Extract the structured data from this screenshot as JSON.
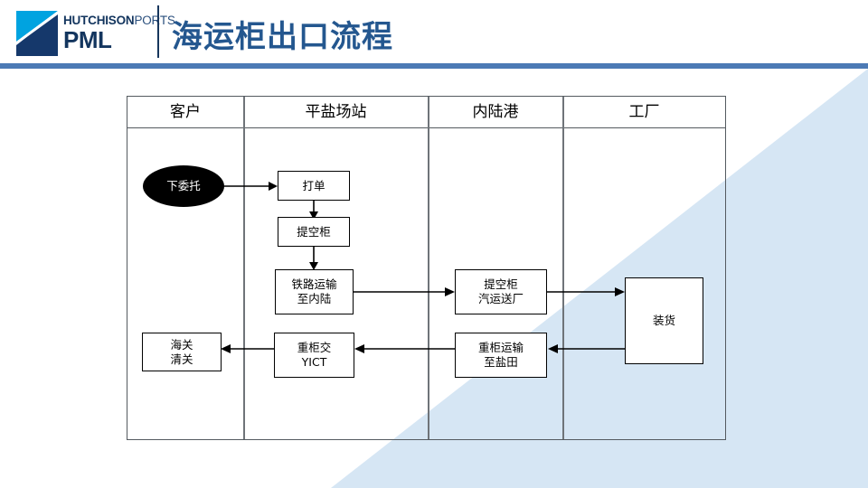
{
  "header": {
    "logo": {
      "line1_bold": "HUTCHISON",
      "line1_light": "PORTS",
      "line2": "PML",
      "mark_name": "hutchison-ports-logo-mark"
    },
    "title": "海运柜出口流程",
    "rule_color": "#4c7ab5",
    "title_color": "#24578f"
  },
  "decor": {
    "wedge_color": "#d6e6f4"
  },
  "diagram": {
    "lanes": [
      {
        "id": "customer",
        "label": "客户"
      },
      {
        "id": "pingyan-yard",
        "label": "平盐场站"
      },
      {
        "id": "inland-port",
        "label": "内陆港"
      },
      {
        "id": "factory",
        "label": "工厂"
      }
    ],
    "nodes": [
      {
        "id": "place-order",
        "label": "下委托",
        "shape": "ellipse",
        "lane": "customer"
      },
      {
        "id": "print-bill",
        "label": "打单",
        "shape": "rect",
        "lane": "pingyan-yard"
      },
      {
        "id": "pickup-empty",
        "label": "提空柜",
        "shape": "rect",
        "lane": "pingyan-yard"
      },
      {
        "id": "rail-inland",
        "label": "铁路运输\n至内陆",
        "shape": "rect",
        "lane": "pingyan-yard"
      },
      {
        "id": "empty-to-plant",
        "label": "提空柜\n汽运送厂",
        "shape": "rect",
        "lane": "inland-port"
      },
      {
        "id": "loading",
        "label": "装货",
        "shape": "rect",
        "lane": "factory"
      },
      {
        "id": "laden-to-yantian",
        "label": "重柜运输\n至盐田",
        "shape": "rect",
        "lane": "inland-port"
      },
      {
        "id": "laden-to-yict",
        "label": "重柜交\nYICT",
        "shape": "rect",
        "lane": "pingyan-yard"
      },
      {
        "id": "customs",
        "label": "海关\n清关",
        "shape": "rect",
        "lane": "customer"
      }
    ],
    "edges": [
      {
        "from": "place-order",
        "to": "print-bill"
      },
      {
        "from": "print-bill",
        "to": "pickup-empty"
      },
      {
        "from": "pickup-empty",
        "to": "rail-inland"
      },
      {
        "from": "rail-inland",
        "to": "empty-to-plant"
      },
      {
        "from": "empty-to-plant",
        "to": "loading"
      },
      {
        "from": "loading",
        "to": "laden-to-yantian"
      },
      {
        "from": "laden-to-yantian",
        "to": "laden-to-yict"
      },
      {
        "from": "laden-to-yict",
        "to": "customs"
      }
    ]
  }
}
